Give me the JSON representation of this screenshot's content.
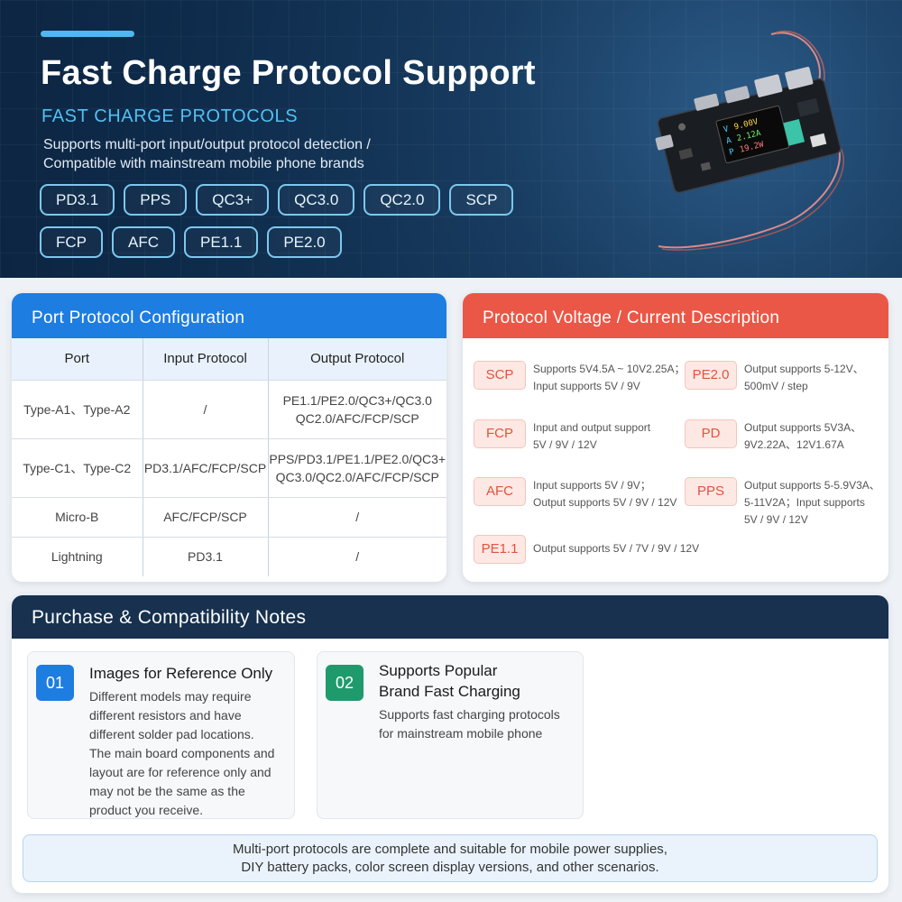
{
  "hero": {
    "title": "Fast Charge Protocol Support",
    "subtitle": "FAST CHARGE PROTOCOLS",
    "desc_line1": "Supports multi-port input/output protocol detection /",
    "desc_line2": "Compatible with mainstream mobile phone brands",
    "tags": [
      "PD3.1",
      "PPS",
      "QC3+",
      "QC3.0",
      "QC2.0",
      "SCP",
      "FCP",
      "AFC",
      "PE1.1",
      "PE2.0"
    ],
    "screen": {
      "v_label": "V",
      "a_label": "A",
      "p_label": "P",
      "voltage": "9.00V",
      "current": "2.12A",
      "power": "19.2W"
    }
  },
  "port_card": {
    "title": "Port Protocol Configuration",
    "headers": [
      "Port",
      "Input Protocol",
      "Output Protocol"
    ],
    "rows": [
      {
        "port": "Type-A1、Type-A2",
        "input": "/",
        "output_l1": "PE1.1/PE2.0/QC3+/QC3.0",
        "output_l2": "QC2.0/AFC/FCP/SCP"
      },
      {
        "port": "Type-C1、Type-C2",
        "input": "PD3.1/AFC/FCP/SCP",
        "output_l1": "PPS/PD3.1/PE1.1/PE2.0/QC3+",
        "output_l2": "QC3.0/QC2.0/AFC/FCP/SCP"
      },
      {
        "port": "Micro-B",
        "input": "AFC/FCP/SCP",
        "output_l1": "/",
        "output_l2": ""
      },
      {
        "port": "Lightning",
        "input": "PD3.1",
        "output_l1": "/",
        "output_l2": ""
      }
    ]
  },
  "voltage_card": {
    "title": "Protocol Voltage / Current Description",
    "items": [
      {
        "badge": "SCP",
        "lines": [
          "Supports 5V4.5A ~ 10V2.25A；",
          "Input supports 5V / 9V"
        ]
      },
      {
        "badge": "PE2.0",
        "lines": [
          "Output supports 5-12V、",
          "500mV / step"
        ]
      },
      {
        "badge": "FCP",
        "lines": [
          "Input and output support",
          "5V / 9V / 12V"
        ]
      },
      {
        "badge": "PD",
        "lines": [
          "Output supports 5V3A、",
          "9V2.22A、12V1.67A"
        ]
      },
      {
        "badge": "AFC",
        "lines": [
          "Input supports 5V / 9V；",
          "Output supports 5V / 9V / 12V"
        ]
      },
      {
        "badge": "PPS",
        "lines": [
          "Output supports 5-5.9V3A、",
          "5-11V2A；Input supports",
          "5V / 9V / 12V"
        ]
      },
      {
        "badge": "PE1.1",
        "lines": [
          "Output supports 5V / 7V / 9V / 12V"
        ]
      }
    ]
  },
  "notes_card": {
    "title": "Purchase & Compatibility Notes",
    "notes": [
      {
        "num": "01",
        "title_l1": "Images for Reference Only",
        "title_l2": "",
        "body": [
          "Different models may require",
          "different resistors and have",
          "different solder pad locations.",
          "The main board components and",
          "layout are for reference only and",
          "may not be the same as the",
          "product you receive."
        ]
      },
      {
        "num": "02",
        "title_l1": "Supports Popular",
        "title_l2": "Brand Fast Charging",
        "body": [
          "Supports fast charging protocols",
          "for mainstream mobile phone"
        ]
      }
    ],
    "footer_l1": "Multi-port protocols are complete and suitable for mobile power supplies,",
    "footer_l2": "DIY battery packs, color screen display versions, and other scenarios."
  },
  "colors": {
    "hero_bg": "#0f2c4c",
    "accent_blue": "#1e7de0",
    "accent_red": "#ea5746",
    "dark_navy": "#17314f",
    "note_blue": "#1e7de0",
    "note_green": "#1f9a6c"
  }
}
